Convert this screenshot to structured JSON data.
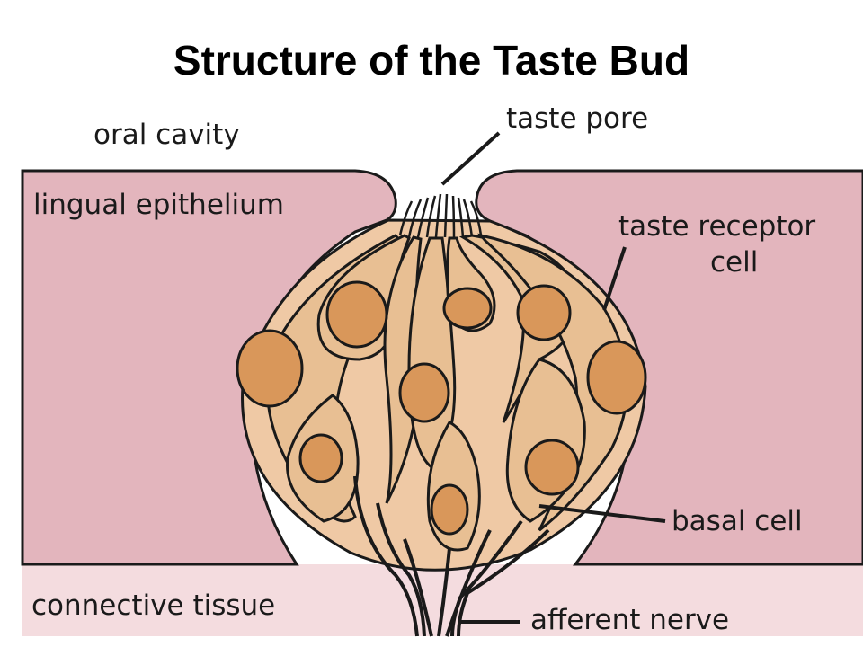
{
  "title": "Structure of the Taste Bud",
  "labels": {
    "oral_cavity": "oral cavity",
    "taste_pore": "taste pore",
    "lingual_epithelium": "lingual epithelium",
    "taste_receptor_cell_line1": "taste receptor",
    "taste_receptor_cell_line2": "cell",
    "basal_cell": "basal cell",
    "connective_tissue": "connective tissue",
    "afferent_nerve": "afferent nerve"
  },
  "colors": {
    "epithelium": "#e3b5bd",
    "connective_tissue": "#f4dcdf",
    "bud_fill": "#efc9a5",
    "cell_fill": "#e8bf93",
    "nucleus": "#d9975a",
    "outline": "#1a1a1a"
  }
}
